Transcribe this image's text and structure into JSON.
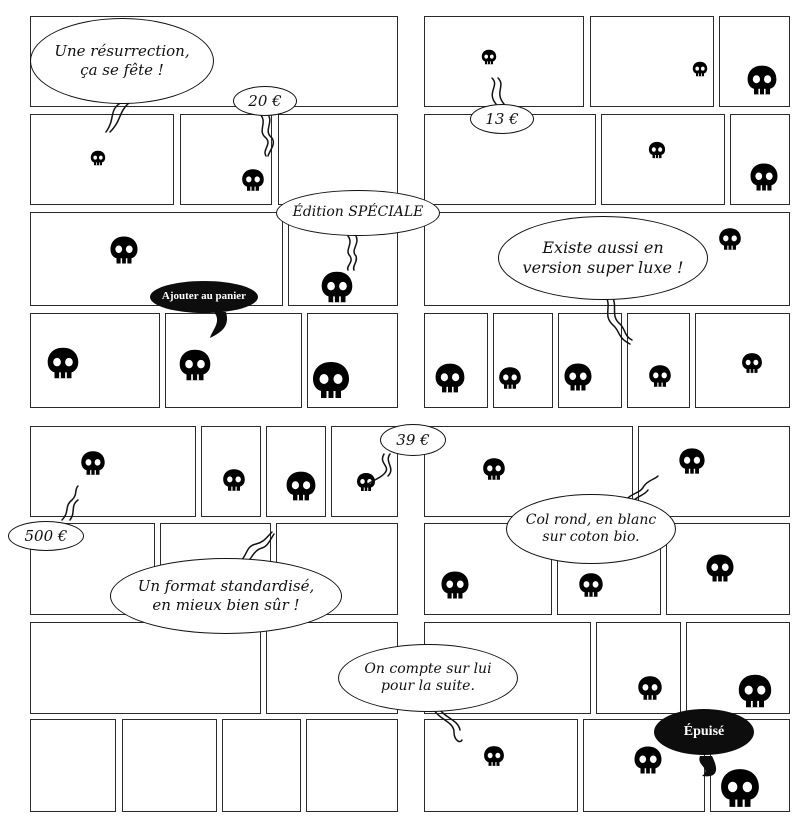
{
  "bubbles": {
    "resurrection": "Une résurrection,\nça se fête !",
    "price_20": "20 €",
    "price_13": "13 €",
    "edition": "Édition SPÉCIALE",
    "luxe": "Existe aussi en\nversion super luxe !",
    "add_to_cart": "Ajouter au panier",
    "price_39": "39 €",
    "price_500": "500 €",
    "col_rond": "Col rond, en blanc\nsur coton bio.",
    "format": "Un format standardisé,\nen mieux bien sûr !",
    "suite": "On compte sur lui\npour la suite.",
    "epuise": "Épuisé"
  },
  "colors": {
    "ink": "#111111",
    "panel_border": "#2a2a2a",
    "badge_bg": "#0d0d0d",
    "badge_text": "#ffffff"
  },
  "icons": {
    "skull": "skull-icon"
  }
}
